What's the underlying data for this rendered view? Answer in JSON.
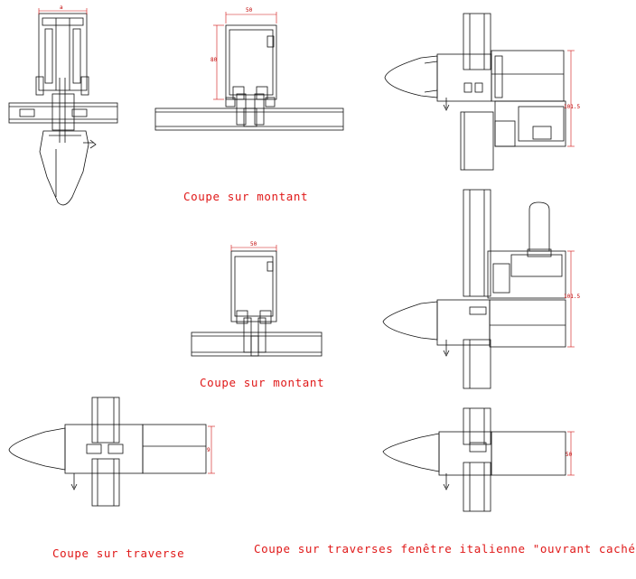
{
  "captions": {
    "montant_top": "Coupe sur montant",
    "montant_mid": "Coupe sur montant",
    "traverse": "Coupe sur traverse",
    "traverses_fenetre": "Coupe sur traverses fenêtre italienne \"ouvrant caché\""
  },
  "dimensions": {
    "top_left_width": "a",
    "top_mid_width": "50",
    "top_mid_height": "80",
    "mid_width": "50",
    "right_top_height": "101.5",
    "right_mid_height": "101.5",
    "bottom_left_height": "9",
    "bottom_right_height": "50"
  },
  "colors": {
    "line": "#111111",
    "dimension": "#d01010",
    "caption": "#e01818"
  }
}
